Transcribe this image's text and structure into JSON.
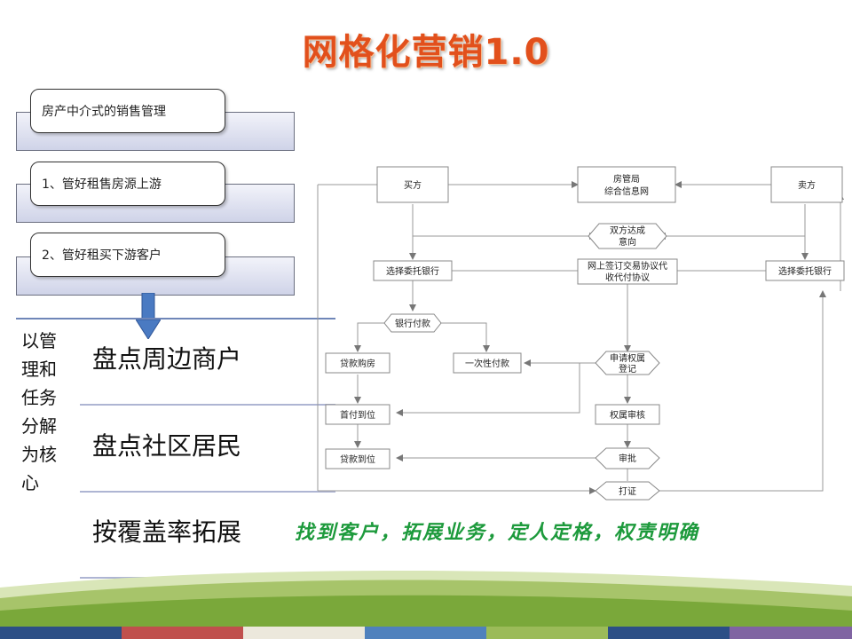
{
  "title": "网格化营销1.0",
  "steps": [
    "房产中介式的销售管理",
    "1、管好租售房源上游",
    "2、管好租买下游客户"
  ],
  "core_label": "以管理和任务分解为核心",
  "rows": [
    "盘点周边商户",
    "盘点社区居民",
    "按覆盖率拓展"
  ],
  "slogan": "找到客户，拓展业务，定人定格，权责明确",
  "flowchart": {
    "buyer": "买方",
    "seller": "卖方",
    "housing_office_1": "房管局",
    "housing_office_2": "综合信息网",
    "agreement_1": "双方达成",
    "agreement_2": "意向",
    "choose_bank_buyer": "选择委托银行",
    "choose_bank_seller": "选择委托银行",
    "online_sign_1": "网上签订交易协议代",
    "online_sign_2": "收代付协议",
    "bank_payment": "银行付款",
    "loan_purchase": "贷款购房",
    "lump_sum": "一次性付款",
    "apply_reg_1": "申请权属",
    "apply_reg_2": "登记",
    "down_payment": "首付到位",
    "ownership_review": "权属审核",
    "loan_arrival": "贷款到位",
    "approval": "审批",
    "certificate": "打证"
  },
  "colors": {
    "title": "#e2501c",
    "slogan": "#1d9a3c",
    "bar_fill": "#cfd3e8",
    "divider": "#aeb5d3",
    "arrow": "#4a7ac2",
    "strip": [
      "#2c4f86",
      "#c0504d",
      "#ece8dc",
      "#4f81bd",
      "#9bbb59",
      "#2c4f86",
      "#8064a2"
    ]
  }
}
